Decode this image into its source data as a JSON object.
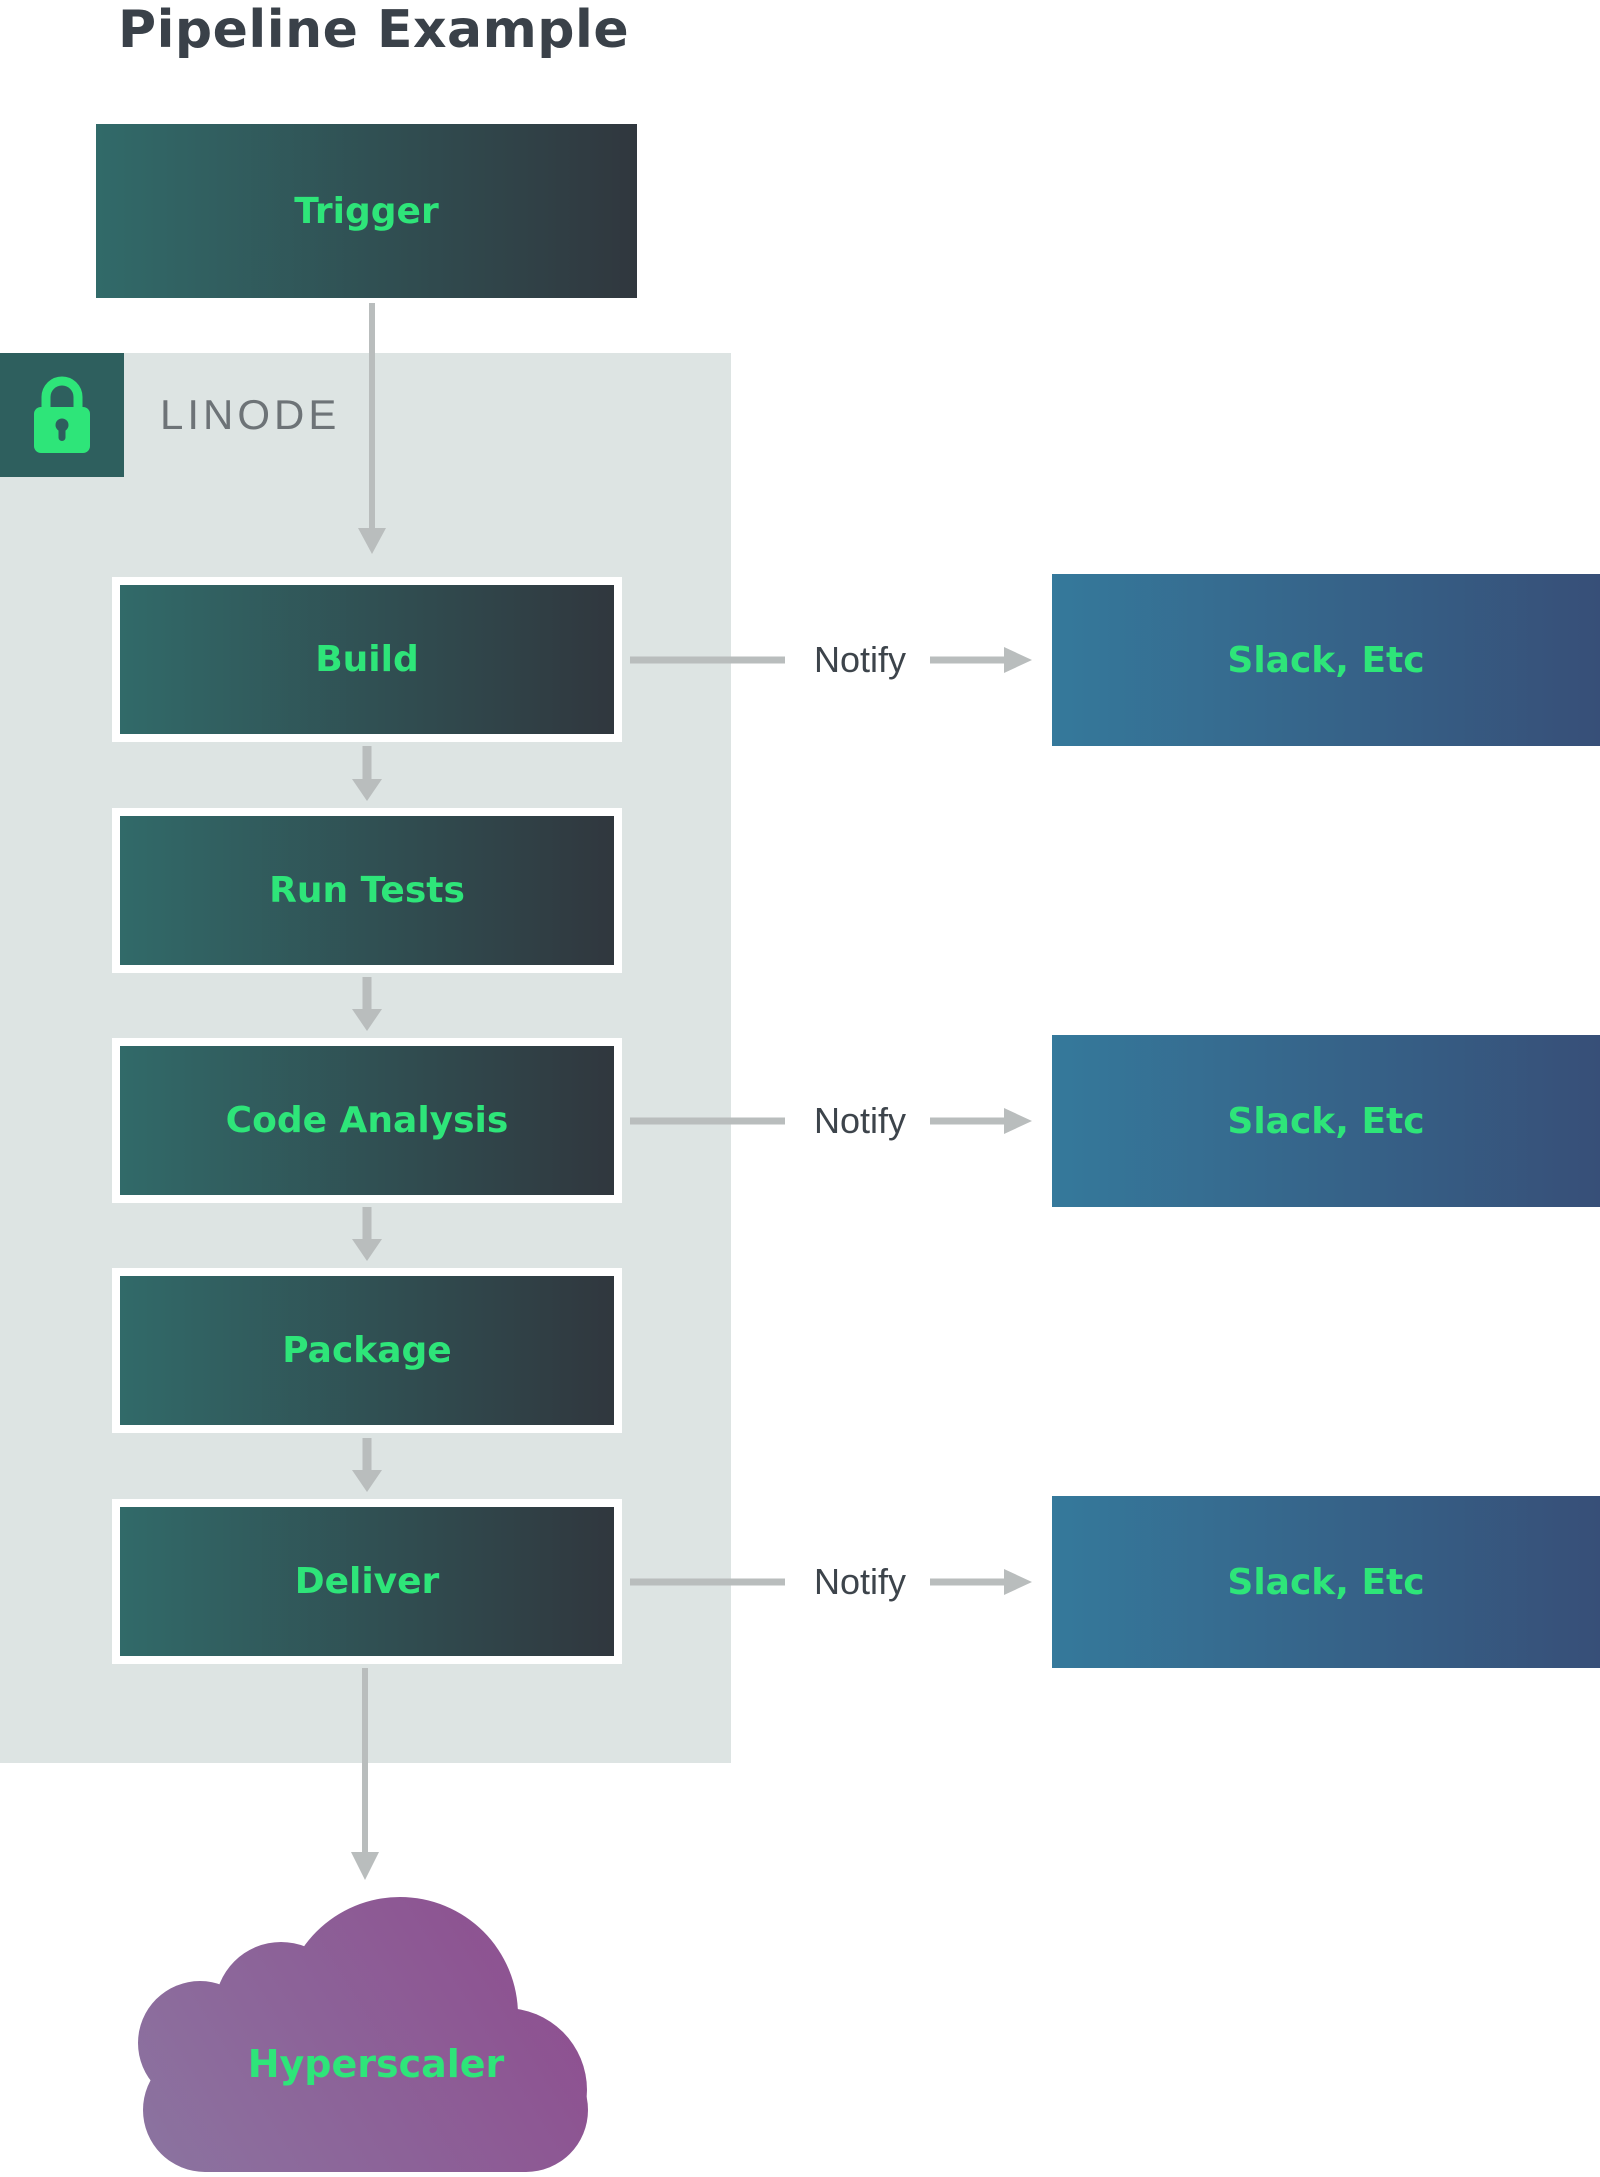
{
  "title": "Pipeline Example",
  "trigger": {
    "label": "Trigger"
  },
  "container": {
    "label": "LINODE",
    "lock_icon": "lock-icon"
  },
  "pipeline": [
    {
      "label": "Build",
      "notify": true
    },
    {
      "label": "Run Tests",
      "notify": false
    },
    {
      "label": "Code Analysis",
      "notify": true
    },
    {
      "label": "Package",
      "notify": false
    },
    {
      "label": "Deliver",
      "notify": true
    }
  ],
  "notify": {
    "label": "Notify"
  },
  "notifications": [
    {
      "label": "Slack, Etc"
    },
    {
      "label": "Slack, Etc"
    },
    {
      "label": "Slack, Etc"
    }
  ],
  "cloud": {
    "label": "Hyperscaler"
  },
  "colors": {
    "accent_green": "#2ee579",
    "box_grad_start": "#316a69",
    "box_grad_end": "#30373e",
    "slack_grad_start": "#35799b",
    "slack_grad_end": "#374f78",
    "container_bg": "#dde4e3",
    "lock_bg": "#2e5f5e",
    "title_color": "#3a4149",
    "linode_color": "#6d7377",
    "notify_color": "#3d444b",
    "arrow_color": "#b9bdbd",
    "cloud_grad_start": "#8b74a0",
    "cloud_grad_end": "#8e4b8e"
  }
}
